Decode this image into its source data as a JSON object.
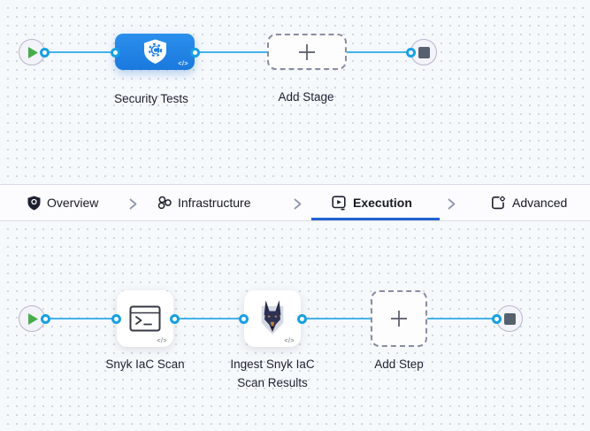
{
  "colors": {
    "accent_blue": "#2064cf",
    "connector_blue": "#45b3ea",
    "stage_blue": "#1e82e4",
    "play_green": "#47ad4c",
    "stop_slate": "#57606d"
  },
  "stage_graph": {
    "start_icon": "play-icon",
    "stage": {
      "label": "Security Tests",
      "icon": "shield-gear-icon",
      "code_badge": "</>"
    },
    "add_stage": {
      "label": "Add Stage",
      "icon": "plus-icon"
    },
    "end_icon": "stop-icon"
  },
  "tabs": {
    "items": [
      {
        "label": "Overview",
        "icon": "shield-icon",
        "selected": false
      },
      {
        "label": "Infrastructure",
        "icon": "hexagon-cluster-icon",
        "selected": false
      },
      {
        "label": "Execution",
        "icon": "play-box-icon",
        "selected": true
      },
      {
        "label": "Advanced",
        "icon": "page-gear-icon",
        "selected": false
      }
    ]
  },
  "execution_graph": {
    "steps": [
      {
        "label": "Snyk IaC Scan",
        "icon": "terminal-icon",
        "code_badge": "</>"
      },
      {
        "label": "Ingest Snyk IaC Scan Results",
        "icon": "snyk-dog-icon",
        "code_badge": "</>"
      }
    ],
    "add_step": {
      "label": "Add Step",
      "icon": "plus-icon"
    },
    "end_icon": "stop-icon"
  }
}
